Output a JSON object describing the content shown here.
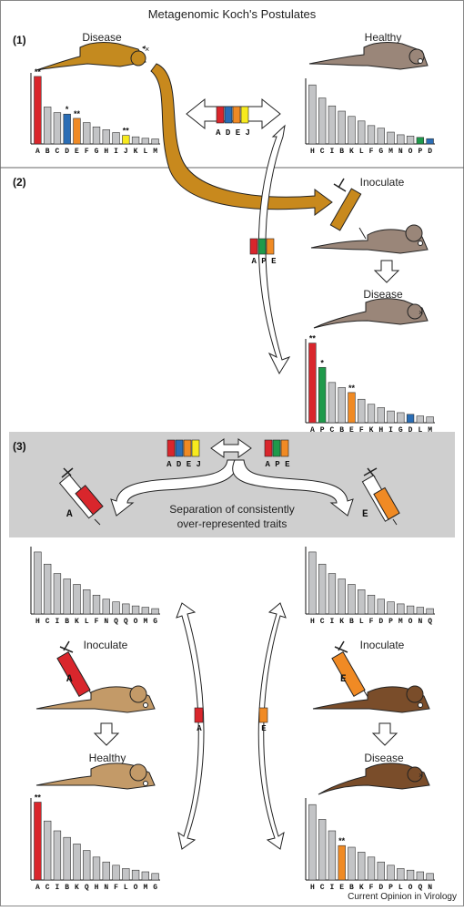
{
  "title": "Metagenomic Koch's Postulates",
  "credit": "Current Opinion in Virology",
  "colors": {
    "red": "#d9262c",
    "gray": "#c3c4c6",
    "blue": "#2a6db5",
    "orange": "#f08a24",
    "yellow": "#f7ea1e",
    "green": "#1f9a4b",
    "mouse_disease": "#c48a1f",
    "mouse_healthy": "#9a8679",
    "mouse_light": "#c39a68",
    "mouse_dark": "#7a4d2a",
    "band": "#cfcfcf",
    "big_arrow": "#c8891d"
  },
  "sections": [
    {
      "label": "(1)"
    },
    {
      "label": "(2)"
    },
    {
      "label": "(3)"
    }
  ],
  "captions": {
    "s1_disease": "Disease",
    "s1_healthy": "Healthy",
    "s2_inoculate": "Inoculate",
    "s2_disease": "Disease",
    "s3_note_line1": "Separation of consistently",
    "s3_note_line2": "over-represented traits",
    "s3_left_inoculate": "Inoculate",
    "s3_left_healthy": "Healthy",
    "s3_right_inoculate": "Inoculate",
    "s3_right_disease": "Disease"
  },
  "syringe_labels": {
    "A": "A",
    "E": "E"
  },
  "chips": {
    "chip1": {
      "letters": "A D E J",
      "colors": [
        "red",
        "blue",
        "orange",
        "yellow"
      ]
    },
    "chip2": {
      "letters": "A P E",
      "colors": [
        "red",
        "green",
        "orange"
      ]
    },
    "chip3a": {
      "letters": "A D E J",
      "colors": [
        "red",
        "blue",
        "orange",
        "yellow"
      ]
    },
    "chip3b": {
      "letters": "A P E",
      "colors": [
        "red",
        "green",
        "orange"
      ]
    },
    "chipA": {
      "letters": "A",
      "colors": [
        "red"
      ]
    },
    "chipE": {
      "letters": "E",
      "colors": [
        "orange"
      ]
    }
  },
  "histograms": {
    "h1_disease": {
      "labels": "A B C D E F G H I J K L M",
      "values": [
        95,
        52,
        44,
        42,
        36,
        30,
        24,
        20,
        16,
        12,
        10,
        8,
        7
      ],
      "colors": [
        "red",
        "gray",
        "gray",
        "blue",
        "orange",
        "gray",
        "gray",
        "gray",
        "gray",
        "yellow",
        "gray",
        "gray",
        "gray"
      ],
      "marks": [
        "**",
        "",
        "",
        "*",
        "**",
        "",
        "",
        "",
        "",
        "**",
        "",
        "",
        ""
      ]
    },
    "h1_healthy": {
      "labels": "H C I B K L F G M N O P D",
      "values": [
        90,
        70,
        58,
        50,
        42,
        35,
        28,
        24,
        18,
        14,
        12,
        10,
        8
      ],
      "colors": [
        "gray",
        "gray",
        "gray",
        "gray",
        "gray",
        "gray",
        "gray",
        "gray",
        "gray",
        "gray",
        "gray",
        "green",
        "blue"
      ],
      "marks": [
        "",
        "",
        "",
        "",
        "",
        "",
        "",
        "",
        "",
        "",
        "",
        "",
        ""
      ]
    },
    "h2_disease": {
      "labels": "A P C B E F K H I G D L M",
      "values": [
        95,
        66,
        48,
        42,
        36,
        28,
        22,
        18,
        14,
        12,
        10,
        8,
        7
      ],
      "colors": [
        "red",
        "green",
        "gray",
        "gray",
        "orange",
        "gray",
        "gray",
        "gray",
        "gray",
        "gray",
        "blue",
        "gray",
        "gray"
      ],
      "marks": [
        "**",
        "*",
        "",
        "",
        "**",
        "",
        "",
        "",
        "",
        "",
        "",
        "",
        ""
      ]
    },
    "h3_left_top": {
      "labels": "H C I B K L F N Q Q O M G",
      "values": [
        92,
        74,
        60,
        52,
        44,
        36,
        28,
        22,
        18,
        15,
        12,
        10,
        8
      ],
      "colors": [
        "gray",
        "gray",
        "gray",
        "gray",
        "gray",
        "gray",
        "gray",
        "gray",
        "gray",
        "gray",
        "gray",
        "gray",
        "gray"
      ],
      "marks": [
        "",
        "",
        "",
        "",
        "",
        "",
        "",
        "",
        "",
        "",
        "",
        "",
        ""
      ]
    },
    "h3_right_top": {
      "labels": "H C I K B L F D P M O N Q",
      "values": [
        92,
        74,
        60,
        52,
        44,
        36,
        28,
        22,
        18,
        15,
        12,
        10,
        8
      ],
      "colors": [
        "gray",
        "gray",
        "gray",
        "gray",
        "gray",
        "gray",
        "gray",
        "gray",
        "gray",
        "gray",
        "gray",
        "gray",
        "gray"
      ],
      "marks": [
        "",
        "",
        "",
        "",
        "",
        "",
        "",
        "",
        "",
        "",
        "",
        "",
        ""
      ]
    },
    "h3_left_bottom": {
      "labels": "A C I B K Q H N F L O M G",
      "values": [
        95,
        72,
        60,
        52,
        44,
        36,
        28,
        22,
        18,
        14,
        12,
        10,
        8
      ],
      "colors": [
        "red",
        "gray",
        "gray",
        "gray",
        "gray",
        "gray",
        "gray",
        "gray",
        "gray",
        "gray",
        "gray",
        "gray",
        "gray"
      ],
      "marks": [
        "**",
        "",
        "",
        "",
        "",
        "",
        "",
        "",
        "",
        "",
        "",
        "",
        ""
      ]
    },
    "h3_right_bottom": {
      "labels": "H C I E B K F D P L O Q N",
      "values": [
        92,
        74,
        60,
        42,
        40,
        34,
        28,
        22,
        18,
        14,
        12,
        10,
        8
      ],
      "colors": [
        "gray",
        "gray",
        "gray",
        "orange",
        "gray",
        "gray",
        "gray",
        "gray",
        "gray",
        "gray",
        "gray",
        "gray",
        "gray"
      ],
      "marks": [
        "",
        "",
        "",
        "**",
        "",
        "",
        "",
        "",
        "",
        "",
        "",
        "",
        ""
      ]
    }
  }
}
